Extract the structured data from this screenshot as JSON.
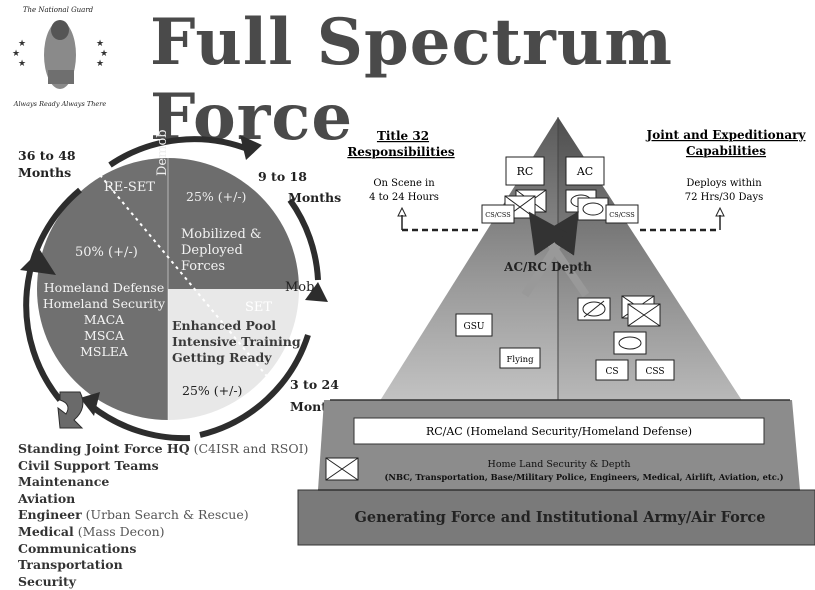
{
  "header": {
    "title": "Full Spectrum Force",
    "seal_top": "The National Guard",
    "seal_bottom": "Always Ready  Always There"
  },
  "cycle": {
    "demob": "Demob",
    "mob": "Mob",
    "reset": "RE-SET",
    "reset_pct": "50% (+/-)",
    "mobilized_pct": "25% (+/-)",
    "mobilized": [
      "Mobilized &",
      "Deployed",
      "Forces"
    ],
    "set": "SET",
    "set_lines": [
      "Enhanced Pool",
      "Intensive Training",
      "Getting Ready"
    ],
    "set_pct": "25% (+/-)",
    "missions": [
      "Homeland Defense",
      "Homeland Security",
      "MACA",
      "MSCA",
      "MSLEA"
    ],
    "time_36_48": [
      "36 to 48",
      "Months"
    ],
    "time_9_18": [
      "9 to 18",
      "Months"
    ],
    "time_3_24": [
      "3 to 24",
      "Months"
    ]
  },
  "capabilities": [
    {
      "bold": "Standing Joint Force HQ",
      "note": " (C4ISR and RSOI)"
    },
    {
      "bold": "Civil Support Teams",
      "note": ""
    },
    {
      "bold": "Maintenance",
      "note": ""
    },
    {
      "bold": "Aviation",
      "note": ""
    },
    {
      "bold": "Engineer",
      "note": " (Urban Search & Rescue)"
    },
    {
      "bold": "Medical",
      "note": " (Mass Decon)"
    },
    {
      "bold": "Communications",
      "note": ""
    },
    {
      "bold": "Transportation",
      "note": ""
    },
    {
      "bold": "Security",
      "note": ""
    }
  ],
  "pyramid": {
    "left_title": [
      "Title 32",
      "Responsibilities"
    ],
    "left_sub": [
      "On Scene in",
      "4 to 24 Hours"
    ],
    "right_title": [
      "Joint and Expeditionary",
      "Capabilities"
    ],
    "right_sub": [
      "Deploys within",
      "72 Hrs/30 Days"
    ],
    "rc": "RC",
    "ac": "AC",
    "cs_css_left": "CS/CSS",
    "cs_css_right": "CS/CSS",
    "depth": "AC/RC Depth",
    "gsu": "GSU",
    "flying": "Flying",
    "cs": "CS",
    "css": "CSS",
    "band": "RC/AC  (Homeland Security/Homeland Defense)",
    "depth_title": "Home Land Security & Depth",
    "depth_list": "(NBC, Transportation, Base/Military Police, Engineers, Medical, Airlift, Aviation, etc.)",
    "base": "Generating Force and Institutional Army/Air Force"
  },
  "colors": {
    "dark_grey": "#6b6b6b",
    "light_grey": "#e6e6e6",
    "arrow": "#333333"
  }
}
